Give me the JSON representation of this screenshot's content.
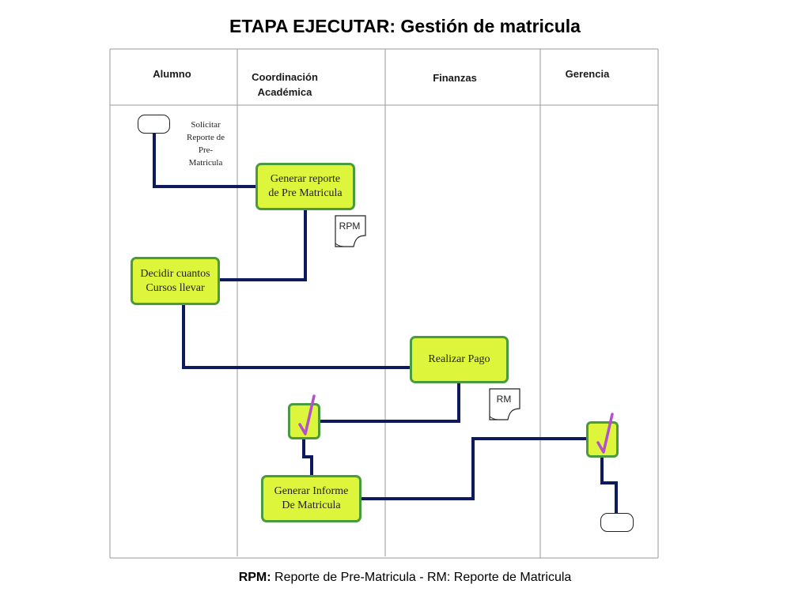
{
  "title": "ETAPA EJECUTAR: Gestión  de matricula",
  "lanes": {
    "alumno": "Alumno",
    "coordinacion": "Coordinación\nAcadémica",
    "finanzas": "Finanzas",
    "gerencia": "Gerencia"
  },
  "nodes": {
    "solicitar_note": "Solicitar\nReporte de\nPre-\nMatricula",
    "generar_reporte": "Generar reporte\nde Pre Matricula",
    "decidir_cursos": "Decidir cuantos\nCursos llevar",
    "realizar_pago": "Realizar Pago",
    "generar_informe": "Generar Informe\nDe Matricula"
  },
  "documents": {
    "rpm": "RPM",
    "rm": "RM"
  },
  "legend": {
    "rpm_key": "RPM:",
    "rpm_text": " Reporte de Pre-Matricula  - RM: Reporte de Matricula"
  },
  "colors": {
    "node_fill": "#ddf53a",
    "node_border": "#4a9a3e",
    "connector": "#0d1b5e",
    "check": "#b44fd0"
  },
  "icons": {
    "decision": "check-icon",
    "start": "terminator-shape",
    "end": "terminator-shape",
    "document": "document-icon"
  }
}
